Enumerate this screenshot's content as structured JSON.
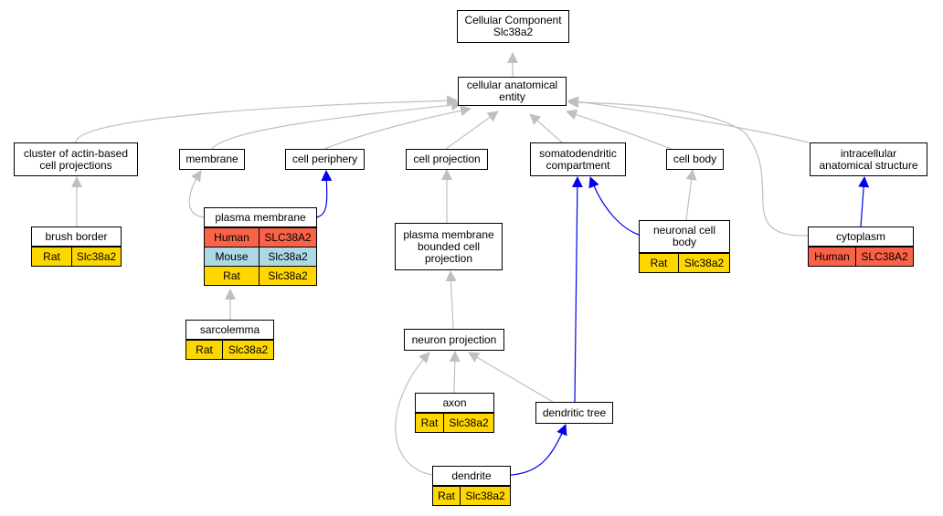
{
  "colors": {
    "rat": "#FFD700",
    "human": "#FA6347",
    "mouse": "#ADD8E6",
    "is_a_edge": "#bfbfbf",
    "part_of_edge": "#0000ee"
  },
  "nodes": {
    "root": "Cellular Component\nSlc38a2",
    "cae": "cellular anatomical\nentity",
    "cluster": "cluster of actin-based\ncell projections",
    "membrane": "membrane",
    "periphery": "cell periphery",
    "projection": "cell projection",
    "somato": "somatodendritic\ncompartment",
    "cellbody": "cell body",
    "intracell": "intracellular\nanatomical structure",
    "brush": "brush border",
    "plasma": "plasma membrane",
    "pmbcp": "plasma membrane\nbounded cell\nprojection",
    "ncb": "neuronal cell\nbody",
    "cytoplasm": "cytoplasm",
    "sarco": "sarcolemma",
    "neuronproj": "neuron projection",
    "axon": "axon",
    "dtree": "dendritic tree",
    "dendrite": "dendrite"
  },
  "annotations": {
    "brush": [
      [
        "Rat",
        "Slc38a2"
      ]
    ],
    "plasma": [
      [
        "Human",
        "SLC38A2"
      ],
      [
        "Mouse",
        "Slc38a2"
      ],
      [
        "Rat",
        "Slc38a2"
      ]
    ],
    "sarco": [
      [
        "Rat",
        "Slc38a2"
      ]
    ],
    "ncb": [
      [
        "Rat",
        "Slc38a2"
      ]
    ],
    "cytoplasm": [
      [
        "Human",
        "SLC38A2"
      ]
    ],
    "axon": [
      [
        "Rat",
        "Slc38a2"
      ]
    ],
    "dendrite": [
      [
        "Rat",
        "Slc38a2"
      ]
    ]
  }
}
